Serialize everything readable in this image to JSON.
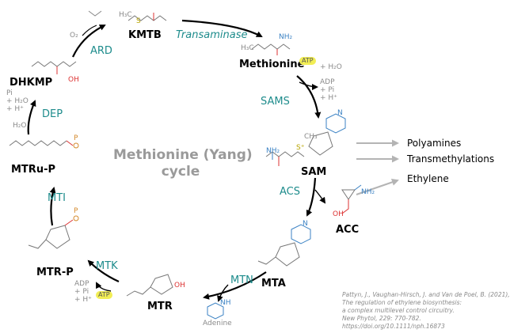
{
  "title_lines": [
    "Methionine (Yang)",
    "cycle"
  ],
  "metabolites": {
    "kmtb": "KMTB",
    "methionine": "Methionine",
    "sam": "SAM",
    "mta": "MTA",
    "mtr": "MTR",
    "mtr_p": "MTR-P",
    "mtru_p": "MTRu-P",
    "dhkmp": "DHKMP",
    "acc": "ACC"
  },
  "enzymes": {
    "transaminase": "Transaminase",
    "sams": "SAMS",
    "acs": "ACS",
    "mtn": "MTN",
    "mtk": "MTK",
    "mti": "MTI",
    "dep": "DEP",
    "ard": "ARD"
  },
  "cofactors": {
    "atp_met": "ATP",
    "h2o_met": "+ H₂O",
    "sams_products": [
      "ADP",
      "+ Pi",
      "+ H⁺"
    ],
    "mtk_products": [
      "ADP",
      "+ Pi",
      "+ H⁺"
    ],
    "atp_mtk": "ATP",
    "dep_products": [
      "Pi",
      "+ H₂O",
      "+ H⁺"
    ],
    "dep_substrate": "H₂O",
    "ard_o2": "O₂",
    "adenine": "Adenine"
  },
  "outputs": [
    "Polyamines",
    "Transmethylations",
    "Ethylene"
  ],
  "citation": [
    "Pattyn, J., Vaughan-Hirsch, J. and Van de Poel, B. (2021),",
    "The regulation of ethylene biosynthesis:",
    "a complex multilevel control circuitry.",
    "New Phytol, 229: 770-782.",
    "https://doi.org/10.1111/nph.16873"
  ],
  "colors": {
    "enzyme": "#1e8c8c",
    "atp": "#f2ee55",
    "arrow": "#000000",
    "output_arrow": "#b4b4b4"
  },
  "structure_labels": {
    "h3c": "H₃C",
    "nh2": "NH₂",
    "oh": "OH",
    "o": "O",
    "s": "S",
    "s_plus": "S⁺",
    "p": "P",
    "n": "N",
    "nh": "NH",
    "ch3": "CH₃"
  }
}
